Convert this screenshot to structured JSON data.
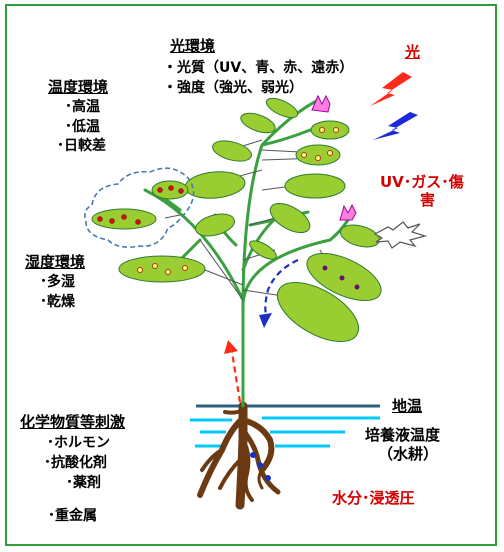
{
  "light": {
    "heading": "光環境",
    "items": [
      "・光質（UV、青、赤、遠赤）",
      "・強度（強光、弱光）"
    ],
    "source_label": "光"
  },
  "temperature": {
    "heading": "温度環境",
    "items": [
      "･高温",
      "･低温",
      "･日較差"
    ]
  },
  "humidity": {
    "heading": "湿度環境",
    "items": [
      "･多湿",
      "･乾燥"
    ]
  },
  "stress": {
    "line1": "UV･ガス･傷",
    "line2": "害"
  },
  "soil": {
    "ground_temp": "地温",
    "solution_temp": "培養液温度",
    "hydroponic": "（水耕）",
    "water": "水分･浸透圧"
  },
  "chemical": {
    "heading": "化学物質等刺激",
    "items": [
      "･ホルモン",
      "･抗酸化剤",
      "･薬剤",
      "･重金属"
    ]
  },
  "colors": {
    "frame": "#2f9e3a",
    "stem": "#3aa040",
    "leaf": "#9acd32",
    "accent_red": "#d40000",
    "lightning_red": "#ff2a1a",
    "lightning_blue": "#1a2ad8",
    "arrow_blue": "#1a30c0",
    "water": "#00c8ff",
    "root": "#6b3a13"
  }
}
